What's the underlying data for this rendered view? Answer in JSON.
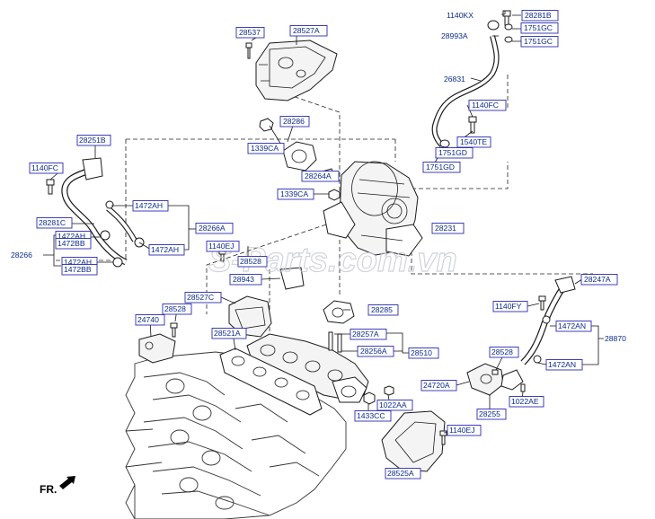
{
  "watermark": "S-Parts.com.vn",
  "direction_label": "FR.",
  "labels": {
    "p1140KX": "1140KX",
    "p28281B": "28281B",
    "p28993A": "28993A",
    "p1751GC_a": "1751GC",
    "p1751GC_b": "1751GC",
    "p28537": "28537",
    "p28527A": "28527A",
    "p26831": "26831",
    "p1140FC_r": "1140FC",
    "p28286": "28286",
    "p1540TE": "1540TE",
    "p1339CA_a": "1339CA",
    "p1751GD_a": "1751GD",
    "p1751GD_b": "1751GD",
    "p28251B": "28251B",
    "p28264A": "28264A",
    "p1140FC_l": "1140FC",
    "p1339CA_b": "1339CA",
    "p1472AH_a": "1472AH",
    "p28266A": "28266A",
    "p28231": "28231",
    "p28281C": "28281C",
    "p1472AH_b": "1472AH",
    "p1472BB_a": "1472BB",
    "p1472AH_c": "1472AH",
    "p28266": "28266",
    "p1140EJ_a": "1140EJ",
    "p1472AH_d": "1472AH",
    "p1472BB_b": "1472BB",
    "p28528_a": "28528",
    "p28247A": "28247A",
    "p28943": "28943",
    "p28527C": "28527C",
    "p1140FY": "1140FY",
    "p28528_b": "28528",
    "p28285": "28285",
    "p24740": "24740",
    "p1472AN_a": "1472AN",
    "p28870": "28870",
    "p28521A": "28521A",
    "p28257A": "28257A",
    "p28528_c": "28528",
    "p28256A": "28256A",
    "p28510": "28510",
    "p1472AN_b": "1472AN",
    "p24720A": "24720A",
    "p1022AE": "1022AE",
    "p1022AA": "1022AA",
    "p28255": "28255",
    "p1433CC": "1433CC",
    "p1140EJ_b": "1140EJ",
    "p28525A": "28525A"
  }
}
